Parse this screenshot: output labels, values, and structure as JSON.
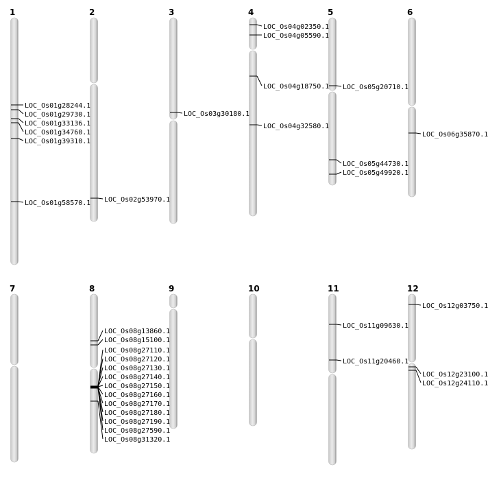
{
  "chromosomes": [
    {
      "name": "1",
      "genes": [
        "LOC_Os01g28244.1",
        "LOC_Os01g29730.1",
        "LOC_Os01g33136.1",
        "LOC_Os01g34760.1",
        "LOC_Os01g39310.1",
        "LOC_Os01g58570.1"
      ]
    },
    {
      "name": "2",
      "genes": [
        "LOC_Os02g53970.1"
      ]
    },
    {
      "name": "3",
      "genes": [
        "LOC_Os03g30180.1"
      ]
    },
    {
      "name": "4",
      "genes": [
        "LOC_Os04g02350.1",
        "LOC_Os04g05590.1",
        "LOC_Os04g18750.1",
        "LOC_Os04g32580.1"
      ]
    },
    {
      "name": "5",
      "genes": [
        "LOC_Os05g20710.1",
        "LOC_Os05g44730.1",
        "LOC_Os05g49920.1"
      ]
    },
    {
      "name": "6",
      "genes": [
        "LOC_Os06g35870.1"
      ]
    },
    {
      "name": "7",
      "genes": []
    },
    {
      "name": "8",
      "genes": [
        "LOC_Os08g13860.1",
        "LOC_Os08g15100.1",
        "LOC_Os08g27110.1",
        "LOC_Os08g27120.1",
        "LOC_Os08g27130.1",
        "LOC_Os08g27140.1",
        "LOC_Os08g27150.1",
        "LOC_Os08g27160.1",
        "LOC_Os08g27170.1",
        "LOC_Os08g27180.1",
        "LOC_Os08g27190.1",
        "LOC_Os08g27590.1",
        "LOC_Os08g31320.1"
      ]
    },
    {
      "name": "9",
      "genes": []
    },
    {
      "name": "10",
      "genes": []
    },
    {
      "name": "11",
      "genes": [
        "LOC_Os11g09630.1",
        "LOC_Os11g20460.1"
      ]
    },
    {
      "name": "12",
      "genes": [
        "LOC_Os12g03750.1",
        "LOC_Os12g23100.1",
        "LOC_Os12g24110.1"
      ]
    }
  ]
}
